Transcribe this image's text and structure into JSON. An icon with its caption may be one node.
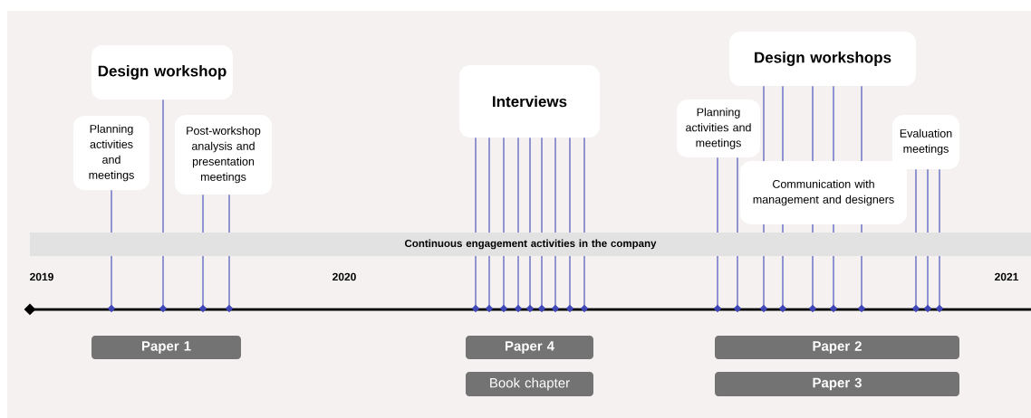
{
  "diagram": {
    "nodes": [
      {
        "text": [
          "Design workshop"
        ]
      },
      {
        "text": [
          "Planning activities and meetings"
        ]
      },
      {
        "text": [
          "Post-workshop analysis and presentation meetings"
        ]
      },
      {
        "text": [
          "Interviews"
        ]
      },
      {
        "text": [
          "Design workshops"
        ]
      },
      {
        "text": [
          "Planning activities and meetings"
        ]
      },
      {
        "text": [
          "Evaluation meetings"
        ]
      },
      {
        "text": [
          "Communication with management and designers"
        ]
      },
      {
        "text": [
          "Continuous  engagement activities in the company"
        ]
      },
      {
        "text": [
          "Paper 1"
        ]
      },
      {
        "text": [
          "Paper 4"
        ]
      },
      {
        "text": [
          "Book chapter"
        ]
      },
      {
        "text": [
          "Paper 2"
        ]
      },
      {
        "text": [
          "Paper 3"
        ]
      }
    ],
    "edges": [
      {
        "from": 1,
        "to": null,
        "arrow": "other"
      },
      {
        "from": 0,
        "to": null,
        "arrow": "other"
      },
      {
        "from": 2,
        "to": null,
        "arrow": "other"
      },
      {
        "from": 2,
        "to": null,
        "arrow": "other"
      },
      {
        "from": 3,
        "to": null,
        "arrow": "other"
      },
      {
        "from": 3,
        "to": null,
        "arrow": "other"
      },
      {
        "from": 3,
        "to": null,
        "arrow": "other"
      },
      {
        "from": 3,
        "to": null,
        "arrow": "other"
      },
      {
        "from": 3,
        "to": null,
        "arrow": "other"
      },
      {
        "from": 3,
        "to": null,
        "arrow": "other"
      },
      {
        "from": 3,
        "to": null,
        "arrow": "other"
      },
      {
        "from": 3,
        "to": null,
        "arrow": "other"
      },
      {
        "from": 3,
        "to": null,
        "arrow": "other"
      },
      {
        "from": 5,
        "to": null,
        "arrow": "other"
      },
      {
        "from": 5,
        "to": null,
        "arrow": "other"
      },
      {
        "from": 4,
        "to": null,
        "arrow": "other"
      },
      {
        "from": 4,
        "to": null,
        "arrow": "other"
      },
      {
        "from": 4,
        "to": null,
        "arrow": "other"
      },
      {
        "from": 4,
        "to": null,
        "arrow": "other"
      },
      {
        "from": 4,
        "to": null,
        "arrow": "other"
      },
      {
        "from": 6,
        "to": null,
        "arrow": "other"
      },
      {
        "from": 6,
        "to": null,
        "arrow": "other"
      },
      {
        "from": 6,
        "to": null,
        "arrow": "other"
      }
    ],
    "labels": [
      "2019",
      "2020",
      "2021"
    ]
  }
}
